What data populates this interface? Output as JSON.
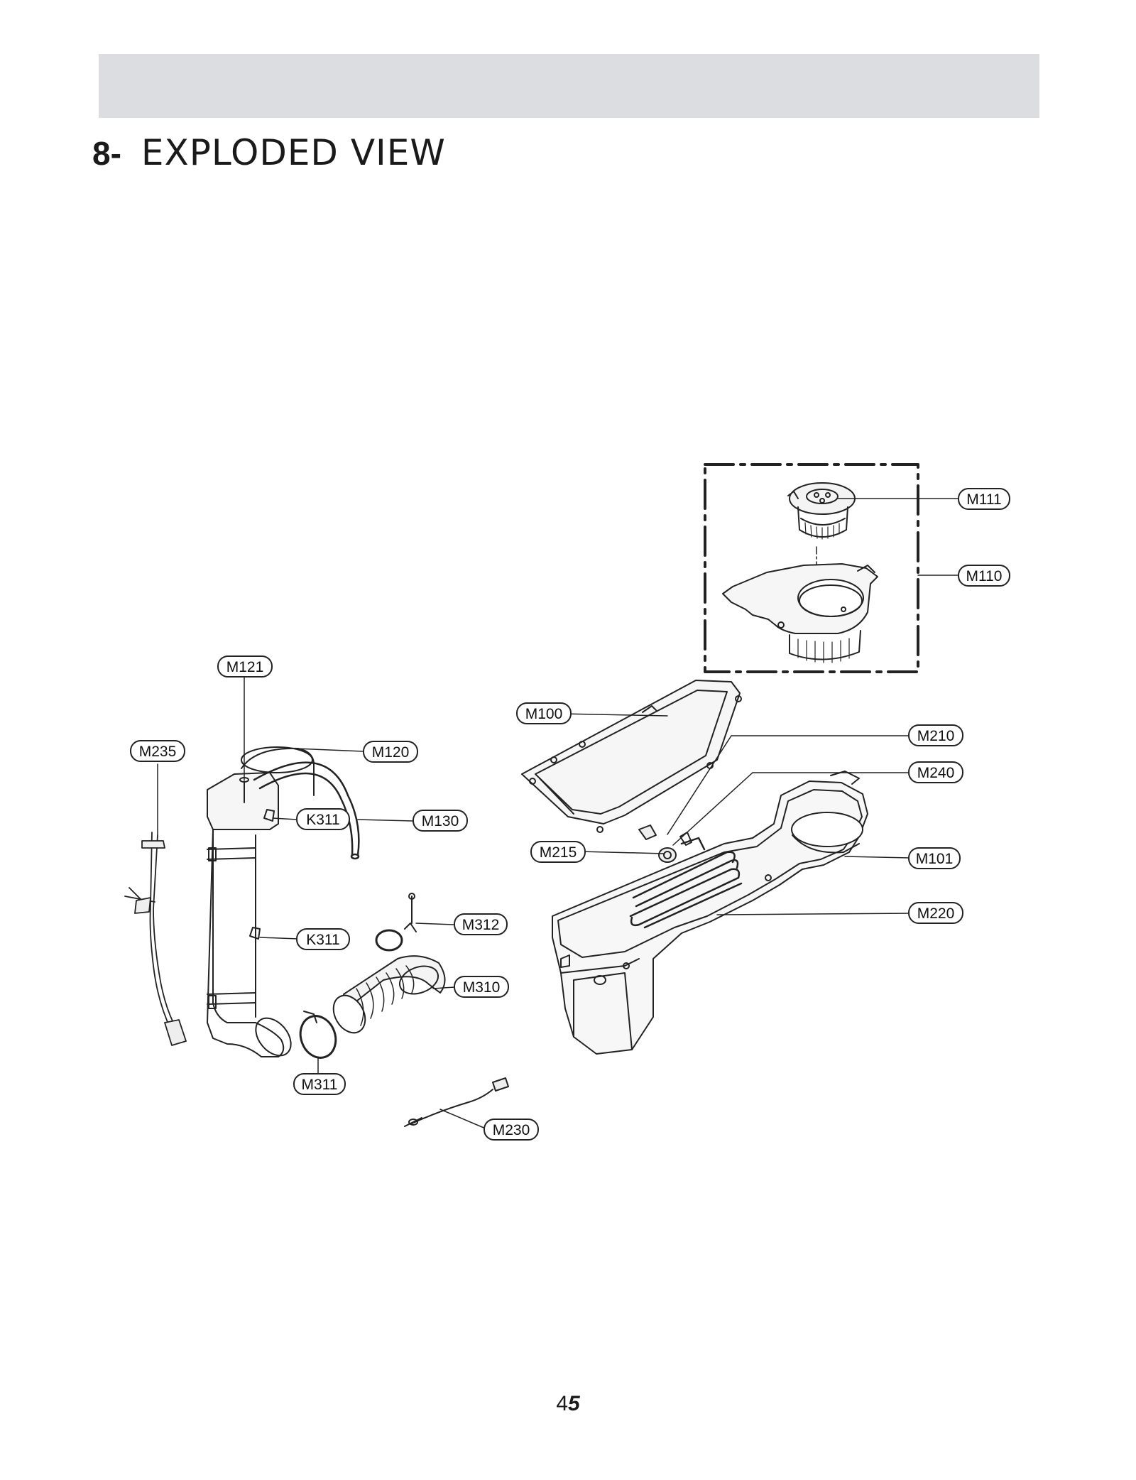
{
  "header": {
    "section_number": "8-",
    "section_title": "EXPLODED VIEW"
  },
  "diagram": {
    "callouts": [
      "M111",
      "M110",
      "M121",
      "M100",
      "M210",
      "M235",
      "M120",
      "M240",
      "K311",
      "M130",
      "M215",
      "M101",
      "M312",
      "M220",
      "K311",
      "M310",
      "M311",
      "M230"
    ]
  },
  "footer": {
    "page_number_main": "4",
    "page_number_accent": "5"
  }
}
